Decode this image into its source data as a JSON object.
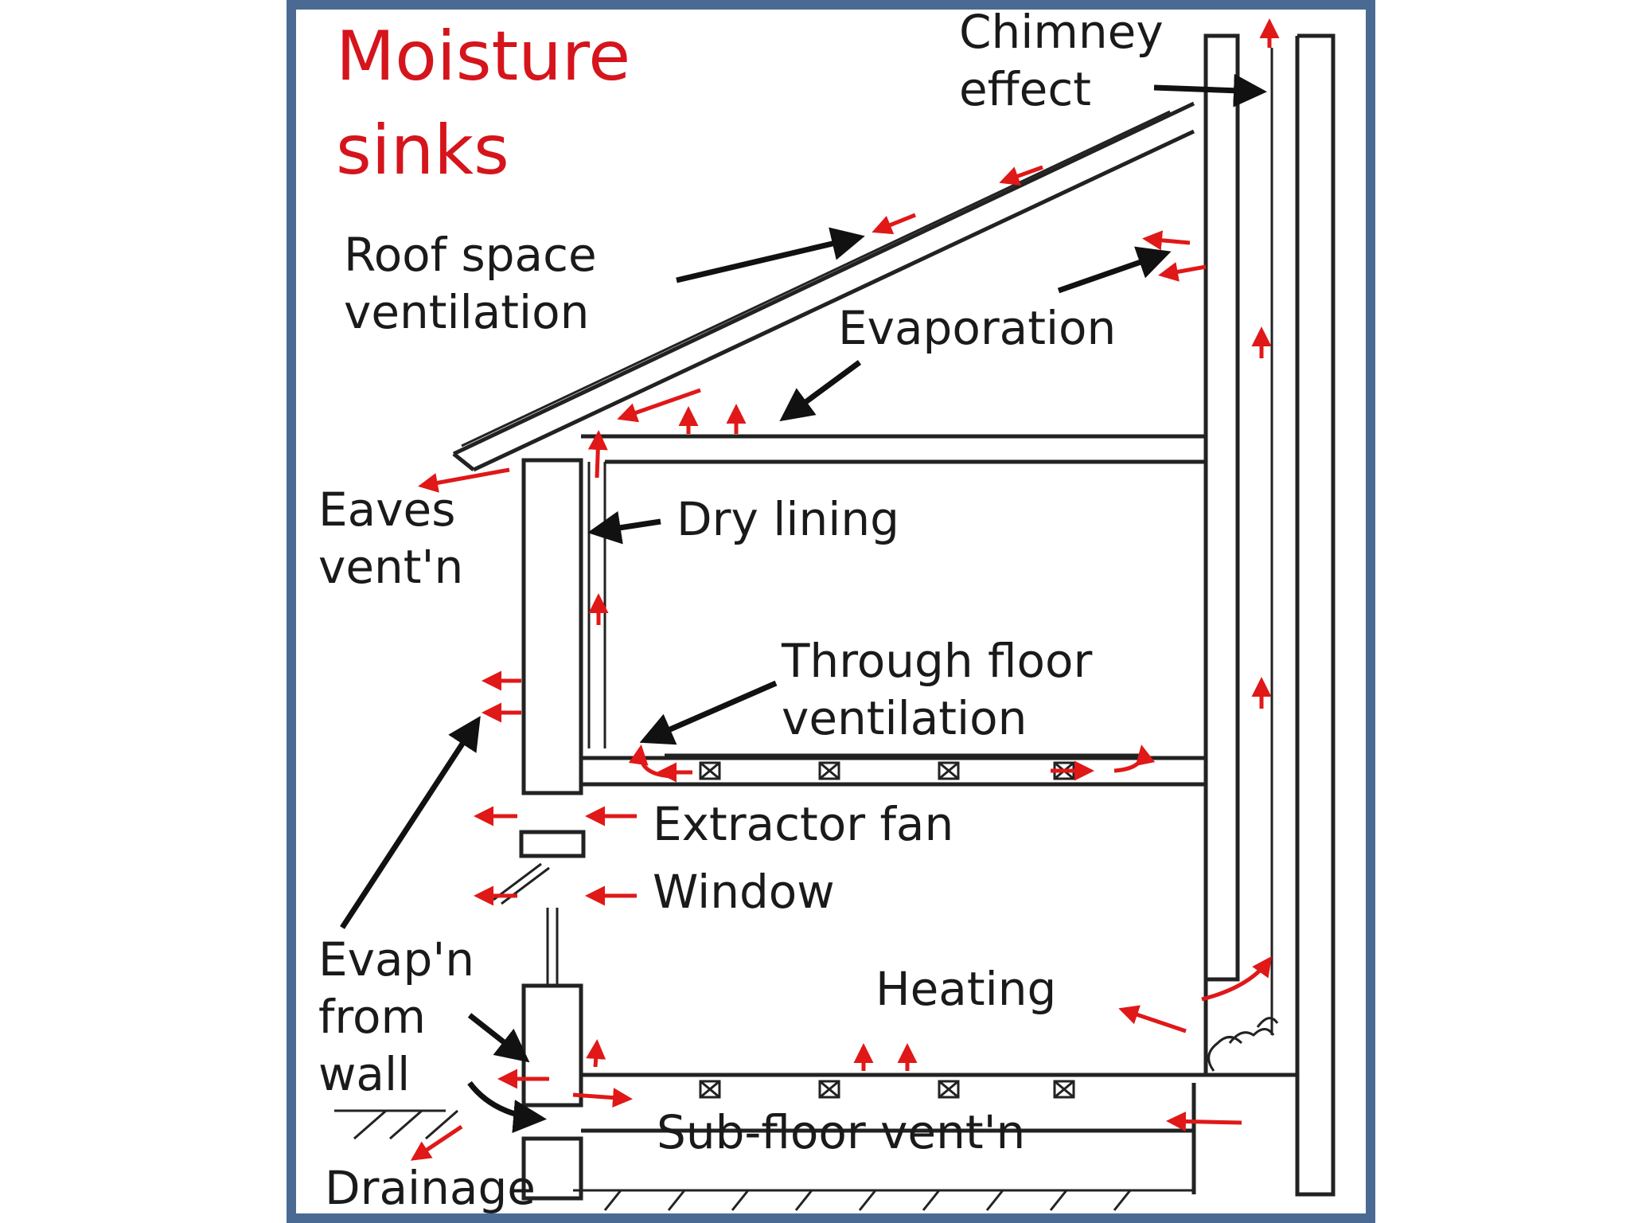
{
  "title": {
    "line1": "Moisture",
    "line2": "sinks"
  },
  "labels": {
    "chimney_1": "Chimney",
    "chimney_2": "effect",
    "roof_1": "Roof  space",
    "roof_2": "ventilation",
    "evaporation": "Evaporation",
    "eaves_1": "Eaves",
    "eaves_2": "vent'n",
    "dry_lining": "Dry lining",
    "through_1": "Through floor",
    "through_2": "ventilation",
    "extractor": "Extractor fan",
    "window": "Window",
    "evap_1": "Evap'n",
    "evap_2": "from",
    "evap_3": "wall",
    "heating": "Heating",
    "subfloor": "Sub-floor vent'n",
    "drainage": "Drainage"
  },
  "colors": {
    "frame": "#4a6a93",
    "title": "#d5141c",
    "arrow_red": "#e01818",
    "line": "#222222"
  }
}
